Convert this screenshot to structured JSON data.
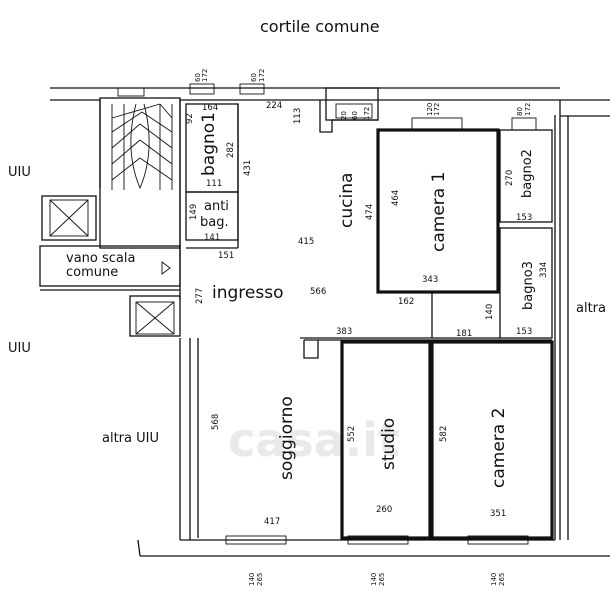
{
  "header": {
    "title": "cortile comune"
  },
  "rooms": {
    "bagno1": "bagno1",
    "anti_bag_1": "anti",
    "anti_bag_2": "bag.",
    "cucina": "cucina",
    "camera1": "camera 1",
    "bagno2": "bagno2",
    "bagno3": "bagno3",
    "vano_scala_1": "vano scala",
    "vano_scala_2": "comune",
    "ingresso": "ingresso",
    "soggiorno": "soggiorno",
    "studio": "studio",
    "camera2": "camera 2"
  },
  "neighbors": {
    "uiu_top": "UIU",
    "uiu_mid": "UIU",
    "altra_uiu": "altra UIU",
    "altra_right": "altra"
  },
  "dims": {
    "d164": "164",
    "d92": "92",
    "d282": "282",
    "d111": "111",
    "d431": "431",
    "d224": "224",
    "d113": "113",
    "d149": "149",
    "d141": "141",
    "d151": "151",
    "d415": "415",
    "d474": "474",
    "d464": "464",
    "d343": "343",
    "d162": "162",
    "d270": "270",
    "d153a": "153",
    "d334": "334",
    "d153b": "153",
    "d181": "181",
    "d140": "140",
    "d383": "383",
    "d566": "566",
    "d277": "277",
    "d568": "568",
    "d417": "417",
    "d552": "552",
    "d260": "260",
    "d582": "582",
    "d351": "351"
  },
  "windows": {
    "top_a": "172",
    "top_b": "60",
    "top_c": "172",
    "top_d": "60",
    "cucina_a": "172",
    "cucina_b": "20",
    "cucina_c": "60",
    "cam1_a": "172",
    "cam1_b": "120",
    "bagno2_a": "172",
    "bagno2_b": "80",
    "bottom_a": "265",
    "bottom_b": "140"
  },
  "watermark": "casa.it"
}
